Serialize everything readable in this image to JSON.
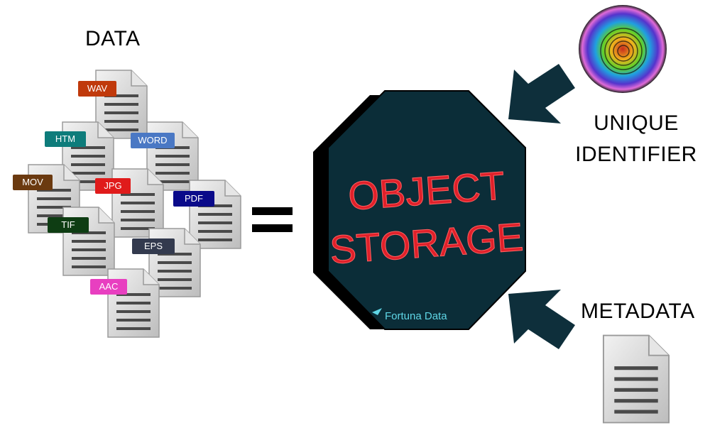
{
  "data_heading": "DATA",
  "equals_sign": "=",
  "object_storage": {
    "line1": "OBJECT",
    "line2": "STORAGE",
    "brand": "Fortuna Data"
  },
  "unique_identifier": {
    "line1": "UNIQUE",
    "line2": "IDENTIFIER"
  },
  "metadata_label": "METADATA",
  "file_types": [
    {
      "label": "WAV",
      "color": "#c0390b"
    },
    {
      "label": "HTM",
      "color": "#0e7c7b"
    },
    {
      "label": "WORD",
      "color": "#4a78c4"
    },
    {
      "label": "MOV",
      "color": "#6b3a10"
    },
    {
      "label": "JPG",
      "color": "#e01b1b"
    },
    {
      "label": "PDF",
      "color": "#0a0a8a"
    },
    {
      "label": "TIF",
      "color": "#0e3d13"
    },
    {
      "label": "EPS",
      "color": "#333a4e"
    },
    {
      "label": "AAC",
      "color": "#e83fc0"
    }
  ],
  "colors": {
    "storage_fill": "#0b2d38",
    "storage_text": "#e0202a",
    "arrow": "#0e2f3b",
    "brand_text": "#5fd6e6",
    "doc_gray": "#d6d6d6"
  }
}
